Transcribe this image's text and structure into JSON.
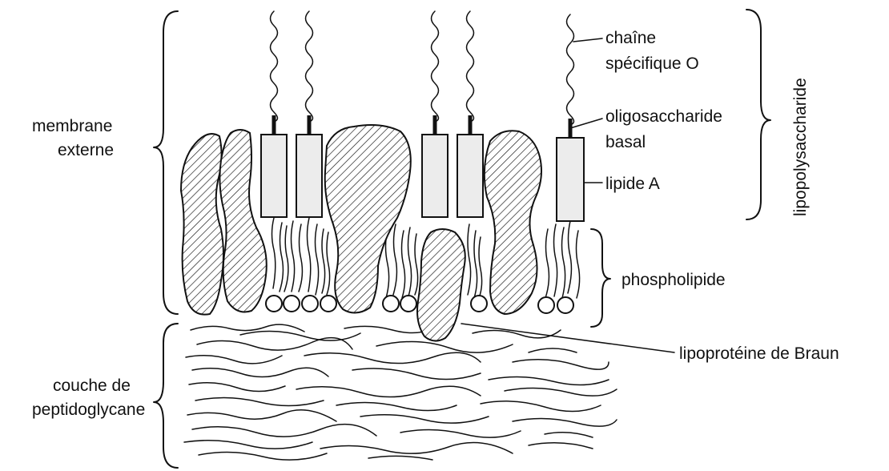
{
  "labels": {
    "membrane_line1": "membrane",
    "membrane_line2": "externe",
    "couche_line1": "couche de",
    "couche_line2": "peptidoglycane",
    "chaine_line1": "chaîne",
    "chaine_line2": "spécifique O",
    "oligo_line1": "oligosaccharide",
    "oligo_line2": "basal",
    "lipide_a": "lipide A",
    "lipopolysaccharide": "lipopolysaccharide",
    "phospholipide": "phospholipide",
    "lipoproteine": "lipoprotéine de Braun"
  },
  "colors": {
    "ink": "#111111",
    "lipid_a_fill": "#ececec",
    "background": "#ffffff"
  }
}
